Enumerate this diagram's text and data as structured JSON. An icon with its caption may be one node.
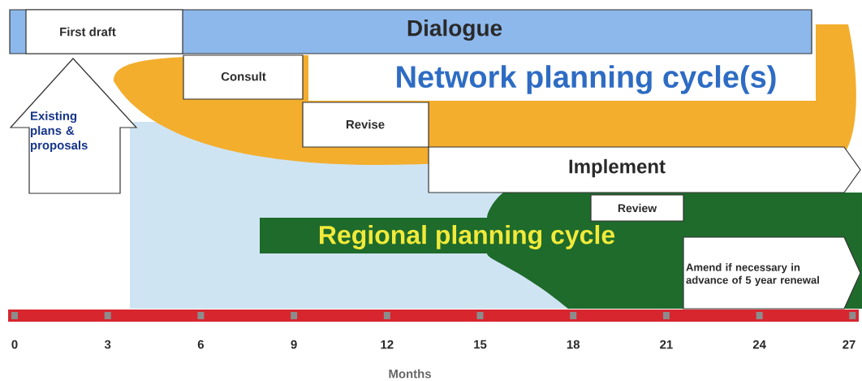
{
  "diagram": {
    "nodes": [
      {
        "text": [
          "Dialogue"
        ]
      },
      {
        "text": [
          "First draft"
        ],
        "in": 0
      },
      {
        "text": [
          "Existing plans & proposals"
        ]
      },
      {
        "text": [
          "Consult"
        ]
      },
      {
        "text": [
          "Revise"
        ]
      },
      {
        "text": [
          "Implement"
        ]
      },
      {
        "text": [
          "Review"
        ]
      },
      {
        "text": [
          "Amend if necessary in advance of 5 year renewal"
        ]
      }
    ],
    "labels": [
      "Network planning cycle(s)",
      "Regional planning cycle",
      "0",
      "3",
      "6",
      "9",
      "12",
      "15",
      "18",
      "21",
      "24",
      "27",
      "Months"
    ]
  }
}
